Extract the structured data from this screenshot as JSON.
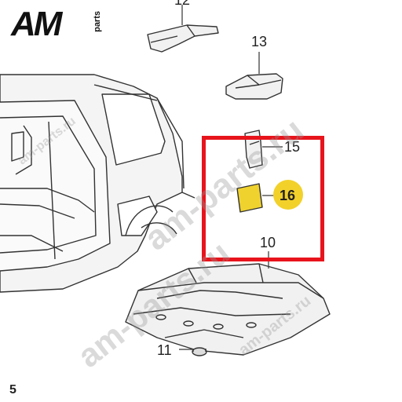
{
  "logo": {
    "main": "AM",
    "sub": "parts"
  },
  "callouts": {
    "c10": "10",
    "c11": "11",
    "c12": "12",
    "c13": "13",
    "c15": "15",
    "c16": "16"
  },
  "page_number": "5",
  "watermarks": {
    "w1": "am-parts.ru",
    "w2": "am-parts.ru",
    "w3": "am-parts.ru",
    "w4": "am-parts.ru"
  },
  "colors": {
    "highlight_frame": "#e8141c",
    "highlight_badge": "#f2d12a",
    "part_fill": "#f1f1f1",
    "highlight_part": "#f0d22e"
  }
}
